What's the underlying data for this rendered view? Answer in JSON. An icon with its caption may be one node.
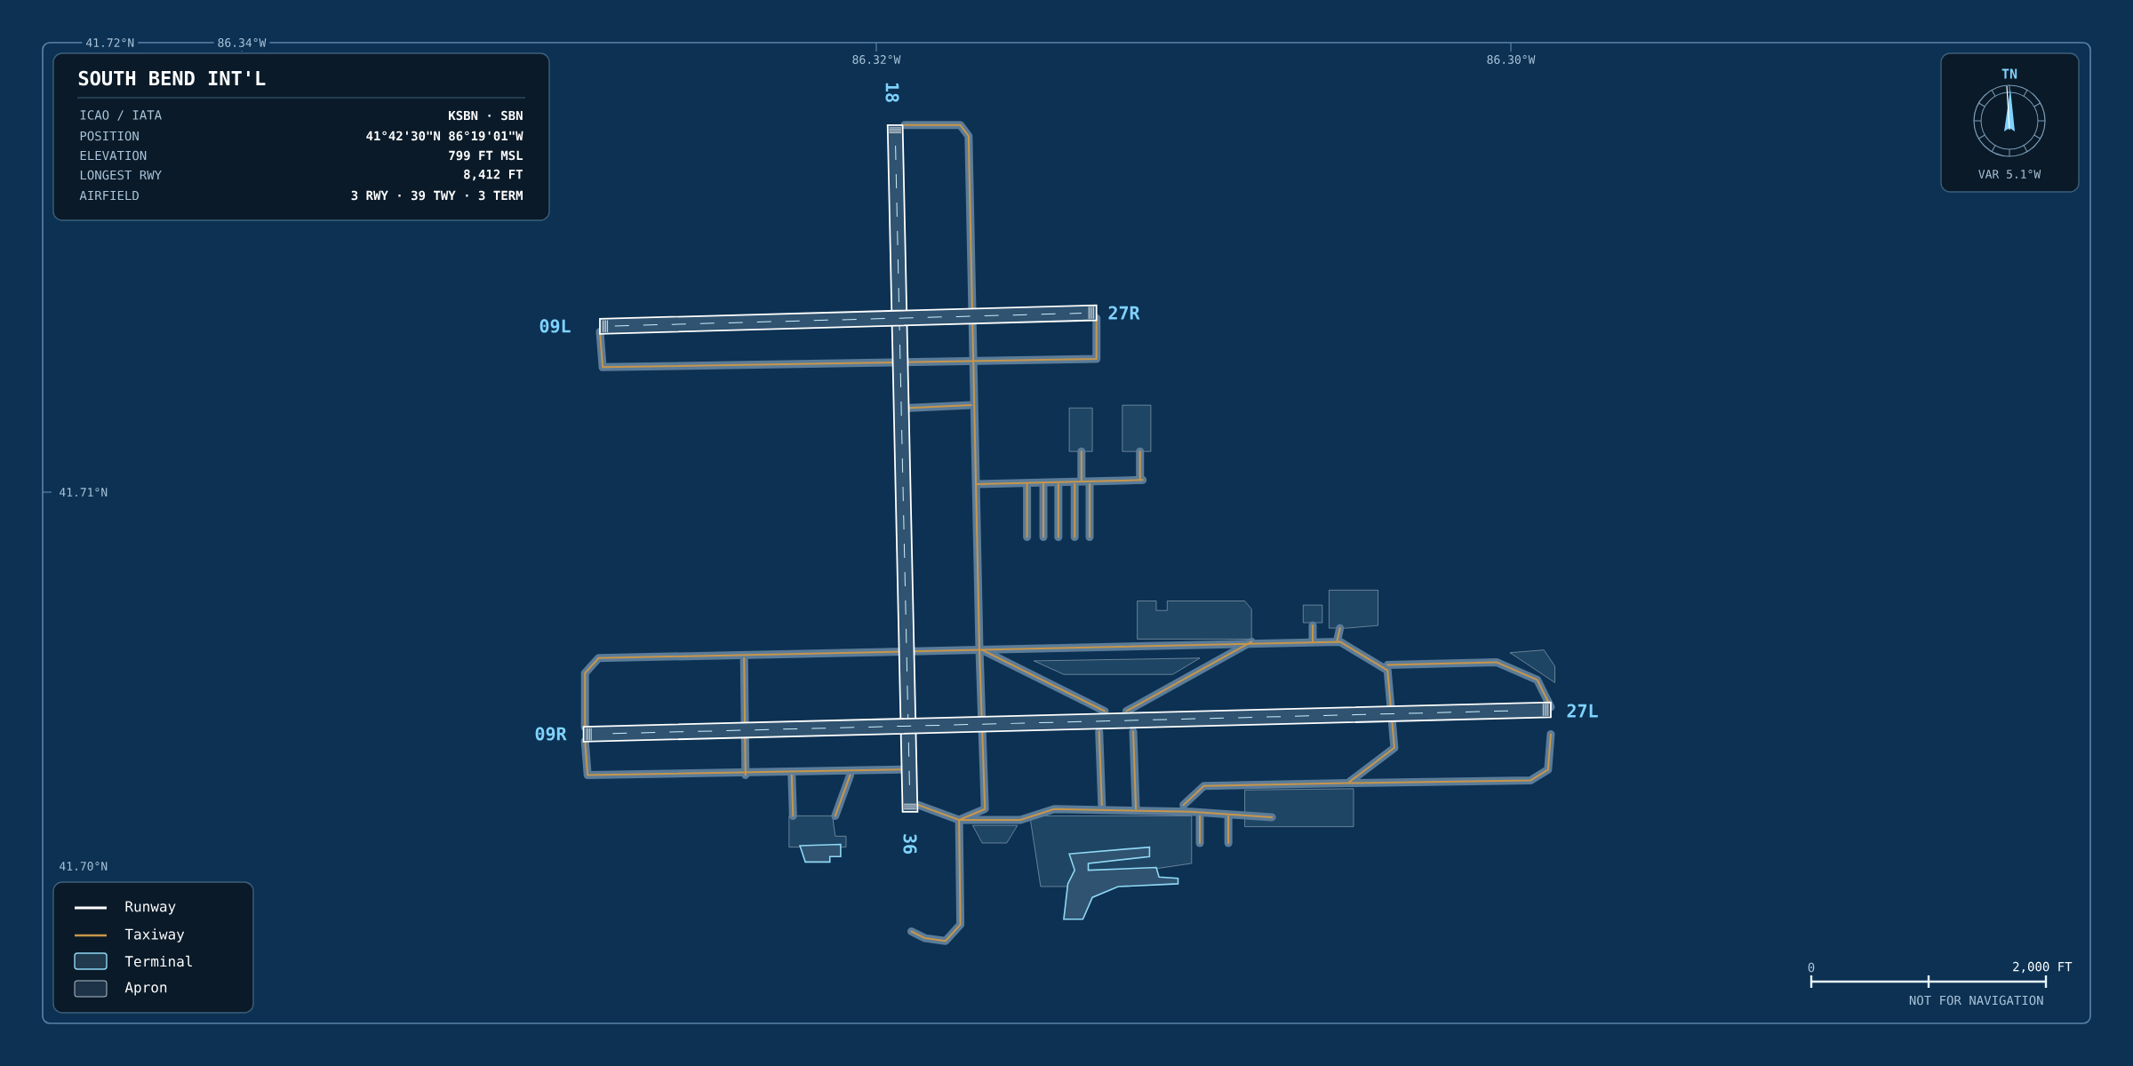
{
  "diagram": {
    "title": "SOUTH BEND INT'L",
    "labels": [
      "41.72°N",
      "86.34°W",
      "86.32°W",
      "86.30°W",
      "ICAO / IATA",
      "KSBN · SBN",
      "POSITION",
      "41°42'30\"N 86°19'01\"W",
      "ELEVATION",
      "799 FT MSL",
      "LONGEST RWY",
      "8,412 FT",
      "AIRFIELD",
      "3 RWY · 39 TWY · 3 TERM",
      "TN",
      "VAR 5.1°W",
      "18",
      "09L",
      "27R",
      "41.71°N",
      "27L",
      "09R",
      "36",
      "41.70°N",
      "0",
      "2,000 FT",
      "NOT FOR NAVIGATION"
    ],
    "legend": [
      {
        "text": "Runway"
      },
      {
        "text": "Taxiway"
      },
      {
        "text": "Terminal"
      },
      {
        "text": "Apron",
        "color": "#1e3347"
      }
    ]
  }
}
